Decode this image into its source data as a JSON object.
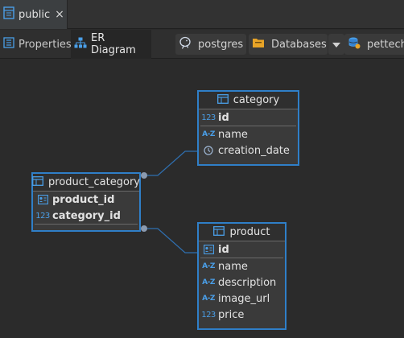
{
  "editor_tab": {
    "label": "public",
    "close_glyph": "×",
    "icon": "table-schema-icon"
  },
  "subtabs": [
    {
      "label": "Properties",
      "icon": "properties-icon",
      "active": false
    },
    {
      "label": "ER Diagram",
      "icon": "er-diagram-icon",
      "active": true
    }
  ],
  "breadcrumbs": [
    {
      "label": "postgres",
      "icon": "postgresql-elephant-icon"
    },
    {
      "label": "Databases",
      "icon": "folder-icon"
    },
    {
      "label": "pettech",
      "icon": "database-icon"
    }
  ],
  "entities": {
    "category": {
      "title": "category",
      "key_columns": [
        {
          "name": "id",
          "type_icon": "123"
        }
      ],
      "columns": [
        {
          "name": "name",
          "type_icon": "A-Z"
        },
        {
          "name": "creation_date",
          "type_icon": "clock"
        }
      ]
    },
    "product_category": {
      "title": "product_category",
      "key_columns": [
        {
          "name": "product_id",
          "type_icon": "fk"
        },
        {
          "name": "category_id",
          "type_icon": "123"
        }
      ],
      "columns": []
    },
    "product": {
      "title": "product",
      "key_columns": [
        {
          "name": "id",
          "type_icon": "fk"
        }
      ],
      "columns": [
        {
          "name": "name",
          "type_icon": "A-Z"
        },
        {
          "name": "description",
          "type_icon": "A-Z"
        },
        {
          "name": "image_url",
          "type_icon": "A-Z"
        },
        {
          "name": "price",
          "type_icon": "123"
        }
      ]
    }
  },
  "colors": {
    "accent": "#2f7fc8",
    "type_icon": "#4a9fe8",
    "canvas": "#2b2b2b"
  }
}
